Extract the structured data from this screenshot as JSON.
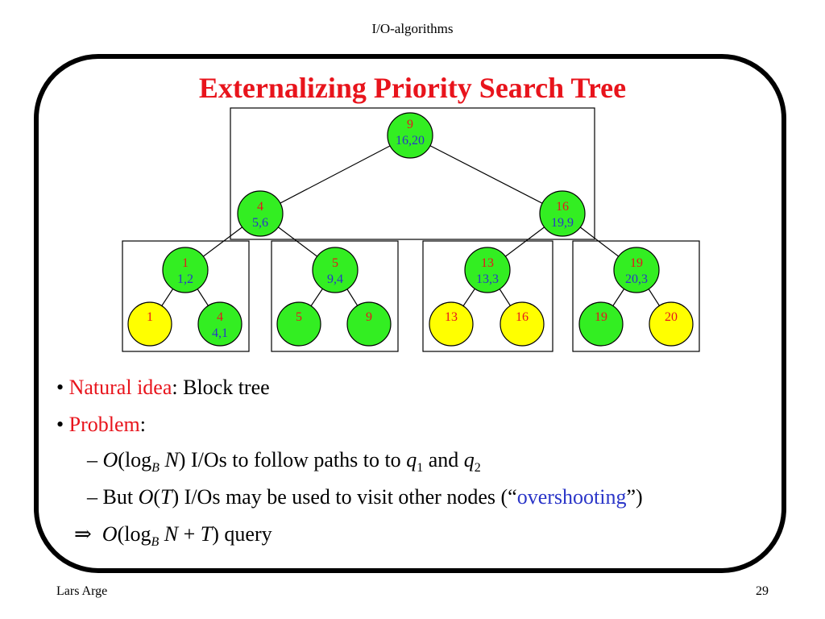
{
  "header": "I/O-algorithms",
  "title": "Externalizing Priority Search Tree",
  "tree": {
    "root": {
      "key": "9",
      "point": "16,20"
    },
    "level1": [
      {
        "key": "4",
        "point": "5,6"
      },
      {
        "key": "16",
        "point": "19,9"
      }
    ],
    "level2": [
      {
        "key": "1",
        "point": "1,2"
      },
      {
        "key": "5",
        "point": "9,4"
      },
      {
        "key": "13",
        "point": "13,3"
      },
      {
        "key": "19",
        "point": "20,3"
      }
    ],
    "leaves": [
      {
        "key": "1",
        "point": ""
      },
      {
        "key": "4",
        "point": "4,1"
      },
      {
        "key": "5",
        "point": ""
      },
      {
        "key": "9",
        "point": ""
      },
      {
        "key": "13",
        "point": ""
      },
      {
        "key": "16",
        "point": ""
      },
      {
        "key": "19",
        "point": ""
      },
      {
        "key": "20",
        "point": ""
      }
    ],
    "leaf_colors": [
      "yellow",
      "green",
      "green",
      "green",
      "yellow",
      "yellow",
      "green",
      "yellow"
    ]
  },
  "colors": {
    "green": "#33ee22",
    "yellow": "#ffff00",
    "red": "#e8141c",
    "blue": "#2a35c8"
  },
  "bullets": {
    "b1_red": "Natural idea",
    "b1_rest": ": Block tree",
    "b2_red": "Problem",
    "b2_rest": ":",
    "s1_dash": "–",
    "s1_text_a": "I/Os to follow paths to to",
    "s1_and": "and",
    "s2_text_a": "– But",
    "s2_text_b": "I/Os may be used to visit other nodes (“",
    "s2_blue": "overshooting",
    "s2_text_c": "”)",
    "implies": "⇒",
    "query": "query"
  },
  "footer": {
    "author": "Lars Arge",
    "page": "29"
  }
}
